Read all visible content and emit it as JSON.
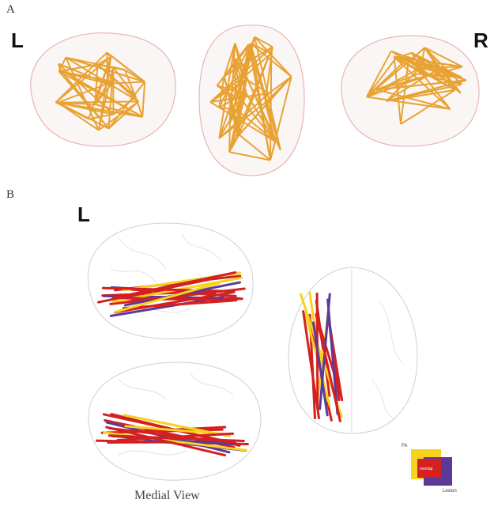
{
  "panels": {
    "a": {
      "label": "A",
      "left_side": "L",
      "right_side": "R"
    },
    "b": {
      "label": "B",
      "side": "L",
      "caption": "Medial View"
    }
  },
  "legend": {
    "top": "FA",
    "middle": "overlap",
    "bottom": "Lesion"
  },
  "colors": {
    "network_edge": "#e69a1e",
    "brain_outline": "#e8b4b4",
    "red_edge": "#d42020",
    "purple_edge": "#5b3a9a",
    "yellow_edge": "#f5d31e"
  }
}
